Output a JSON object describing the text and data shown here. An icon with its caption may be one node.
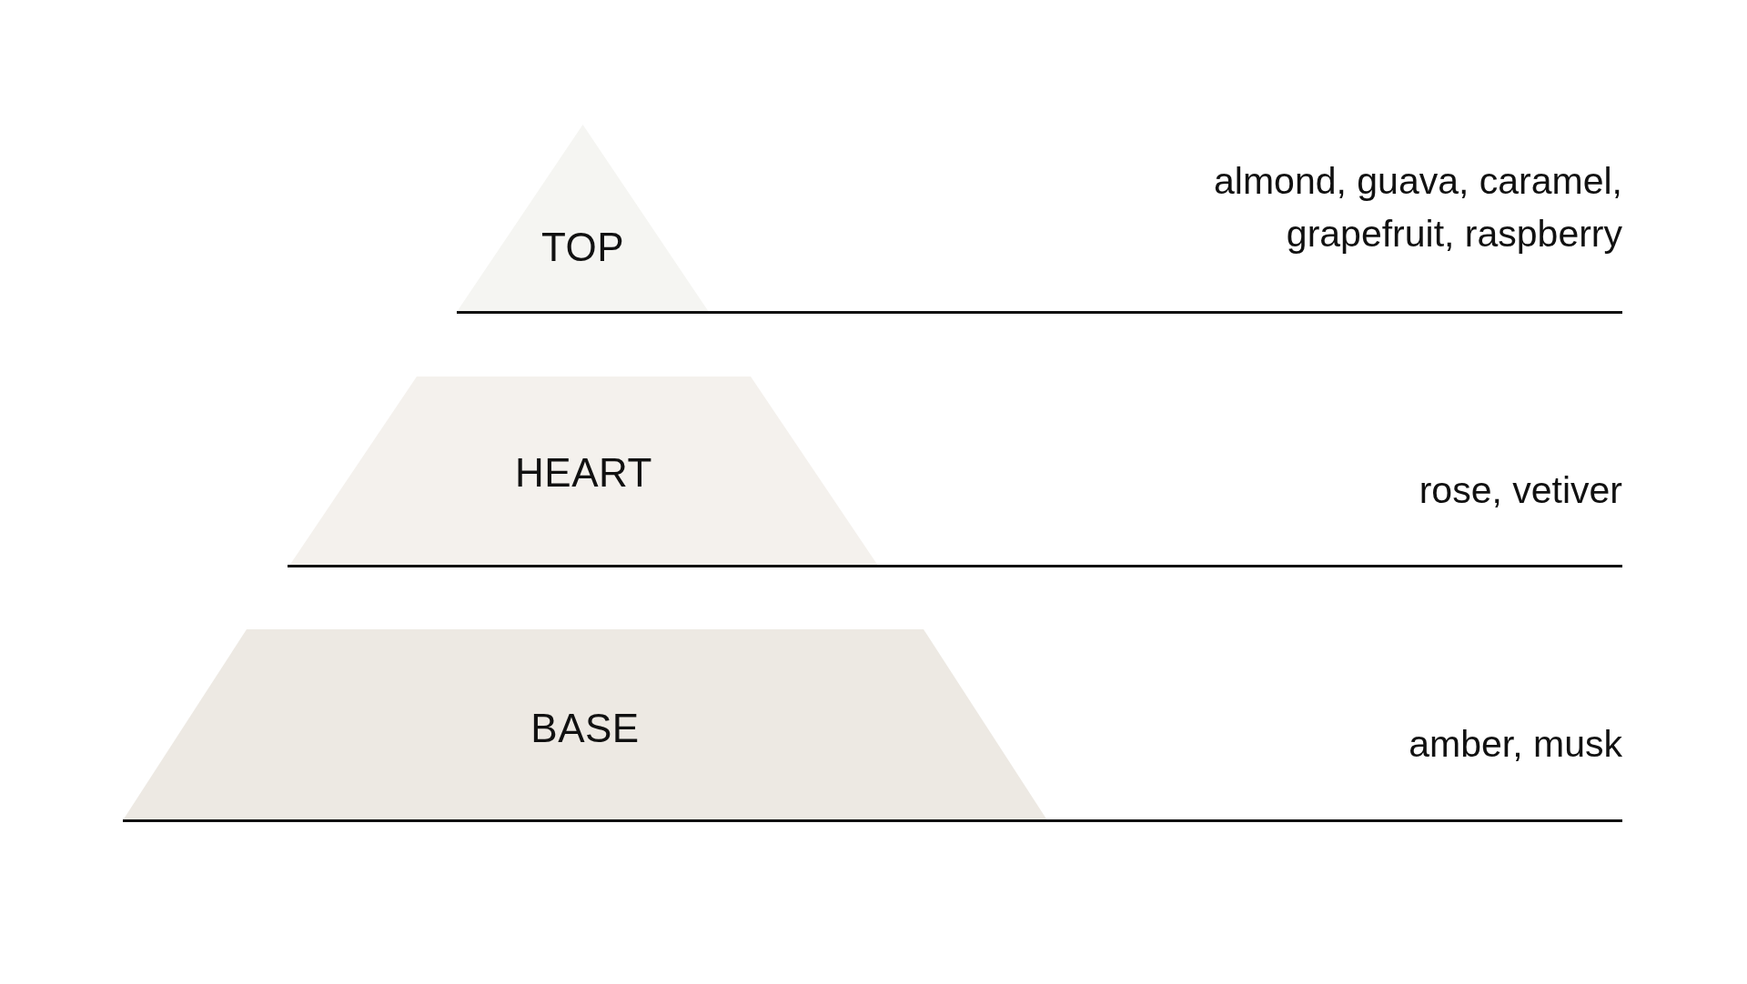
{
  "diagram": {
    "nodes": [
      {
        "text": [
          "TOP"
        ]
      },
      {
        "text": [
          "HEART"
        ]
      },
      {
        "text": [
          "BASE"
        ]
      }
    ],
    "labels": [
      "almond, guava, caramel, grapefruit, raspberry",
      "rose, vetiver",
      "amber, musk"
    ]
  }
}
